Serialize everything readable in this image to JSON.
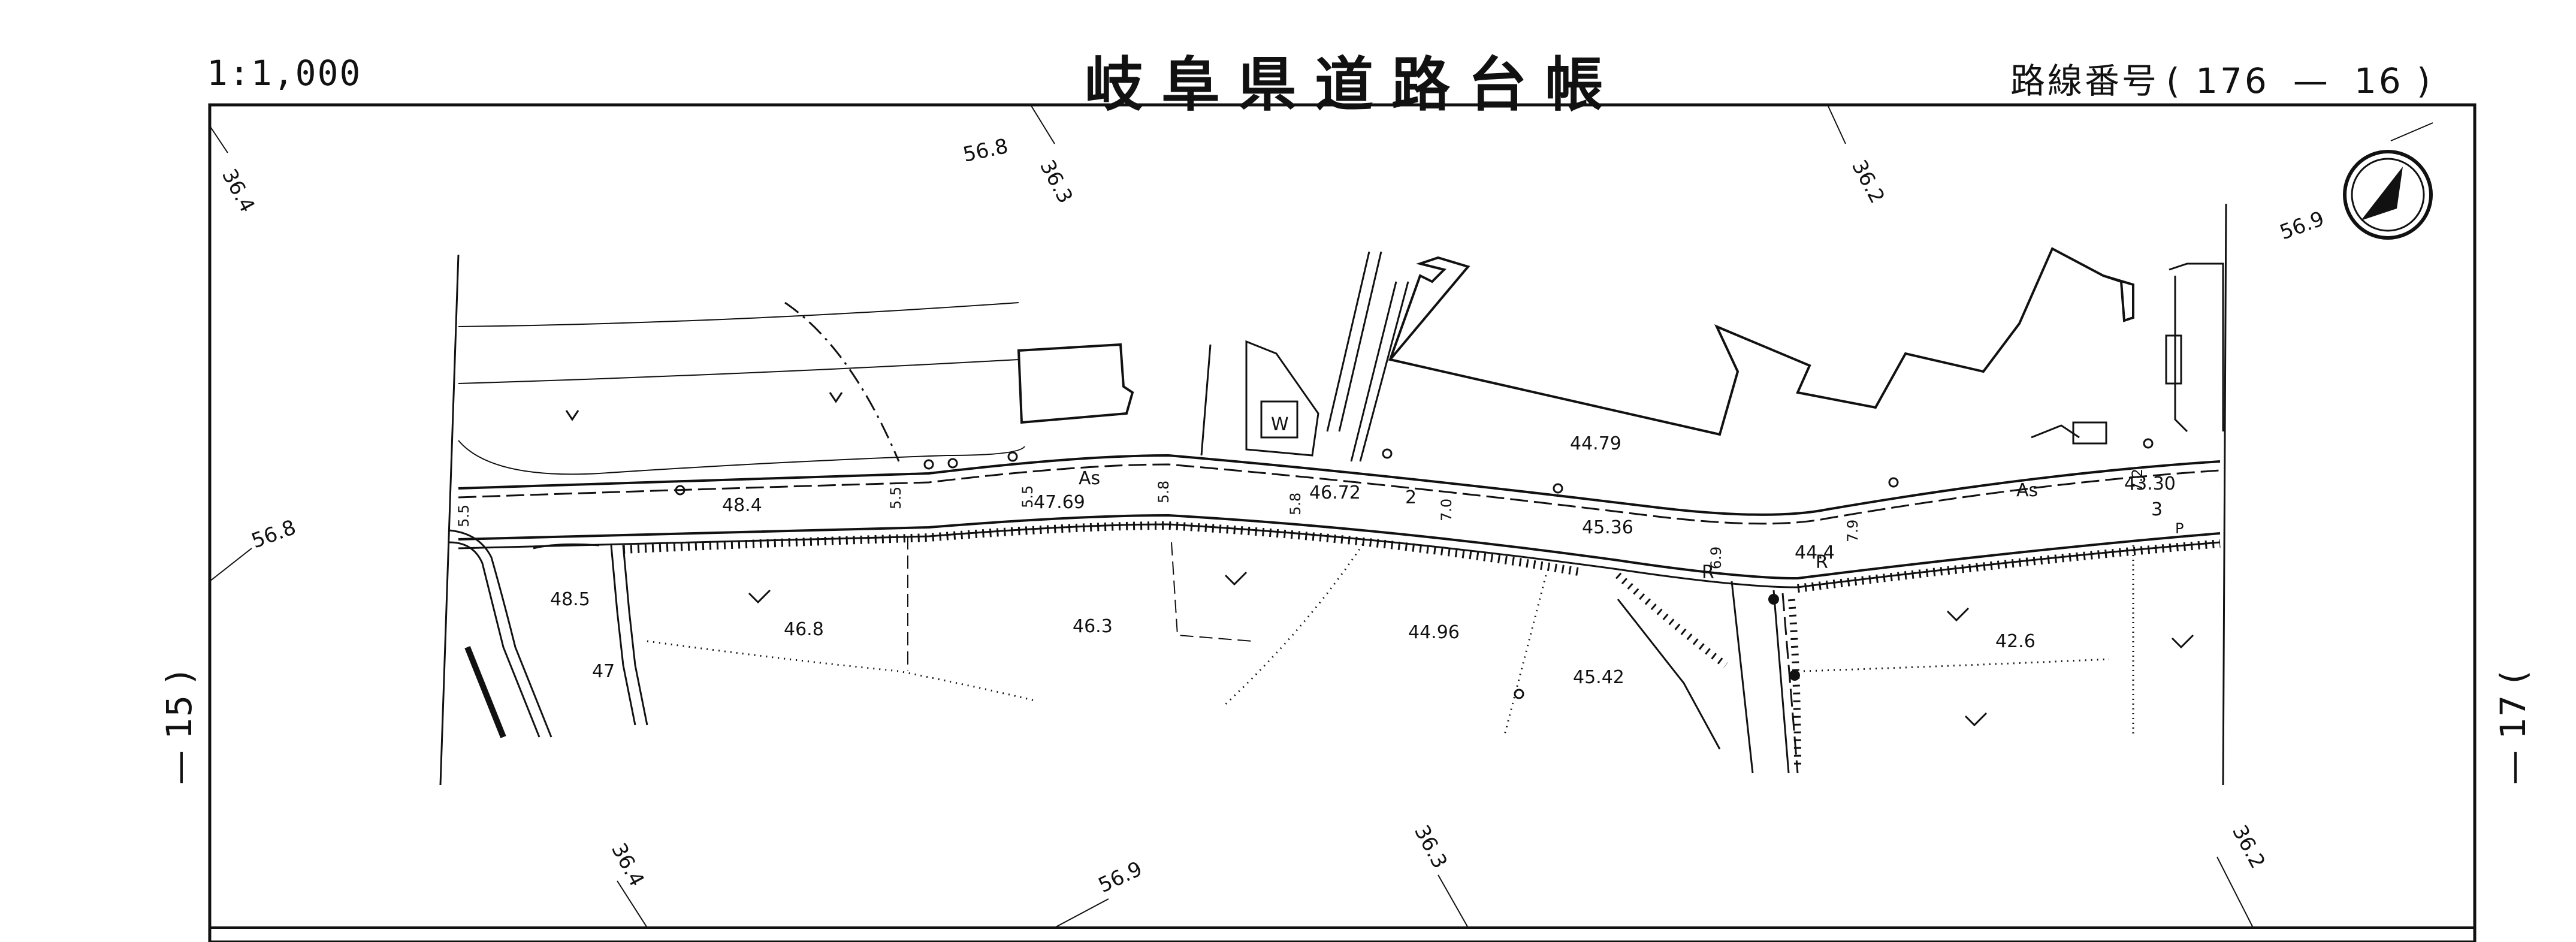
{
  "sheet": {
    "scale_label": "1:1,000",
    "title": "岐阜県道路台帳",
    "route_label": "路線番号",
    "route_open": "(",
    "route_major": "176",
    "route_dash": "—",
    "route_minor": "16",
    "route_close": ")",
    "page_left": "— 15 )",
    "page_right": "— 17 ("
  },
  "road": {
    "surface_left": "As",
    "surface_right": "As",
    "segment_marks": [
      "2",
      "3"
    ]
  },
  "elevations": {
    "road": [
      "48.4",
      "47.69",
      "46.72",
      "45.36",
      "44.4",
      "43.30"
    ],
    "north": [
      "44.79"
    ],
    "south": [
      "48.5",
      "46.8",
      "46.3",
      "44.96",
      "45.42",
      "42.6",
      "47"
    ]
  },
  "grid_labels": {
    "top": [
      "36.4",
      "56.8",
      "36.3",
      "36.2",
      "56.9"
    ],
    "left": [
      "56.8"
    ],
    "bottom": [
      "36.4",
      "56.9",
      "36.3",
      "36.2"
    ]
  },
  "width_labels": [
    "5.5",
    "5.5",
    "5.5",
    "5.8",
    "5.8",
    "7.0",
    "6.9",
    "7.9",
    "7.2"
  ],
  "symbols": {
    "building_w": "W",
    "marker_r": "R",
    "marker_p": "P"
  }
}
